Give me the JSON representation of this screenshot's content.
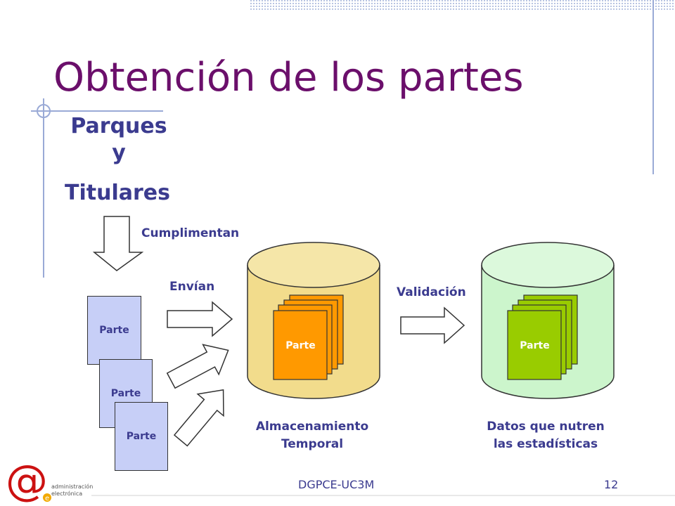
{
  "slide": {
    "title": "Obtención de los partes",
    "heading_line1": "Parques",
    "heading_line2": "y",
    "heading_line3": "Titulares",
    "cumplimentan": "Cumplimentan",
    "envian": "Envían",
    "validacion": "Validación",
    "parte_label": "Parte",
    "store1_line1": "Almacenamiento",
    "store1_line2": "Temporal",
    "store2_line1": "Datos que nutren",
    "store2_line2": "las estadísticas",
    "footer_center": "DGPCE-UC3M",
    "page_number": "12",
    "logo_text_line1": "administración",
    "logo_text_line2": "electrónica"
  },
  "colors": {
    "title": "#6b0f6b",
    "label": "#3b3b8f",
    "card": "#c7cff7",
    "store1": "#f2dc8c",
    "store2": "#ccf5cc",
    "orange_doc": "#ff9900",
    "green_doc": "#99cc00",
    "logo": "#cc1111"
  }
}
